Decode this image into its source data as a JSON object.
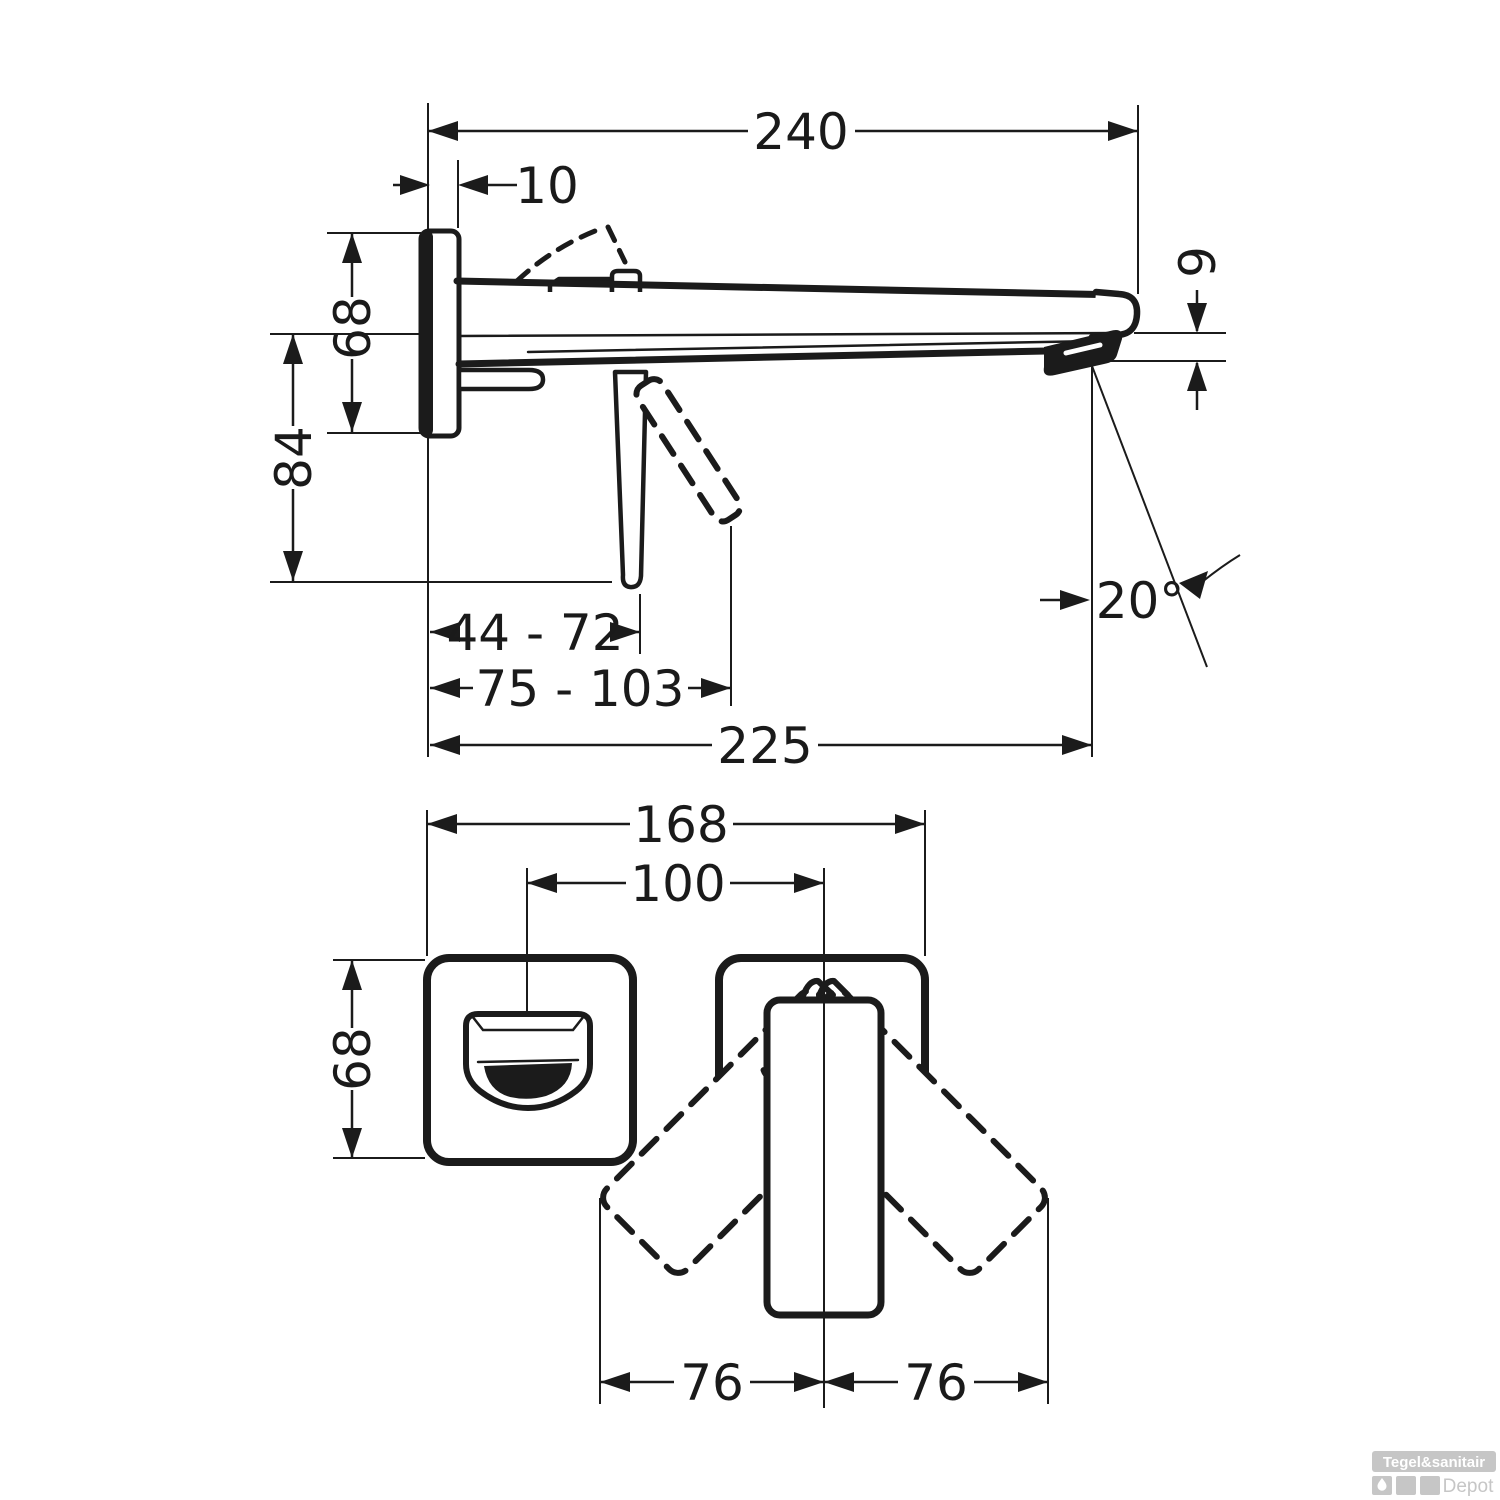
{
  "side_view": {
    "overall_depth": "240",
    "plate_offset": "10",
    "escutcheon_height": "68",
    "spout_underside_drop": "84",
    "spout_tip_height": "9",
    "handle_projection_closed": "44 - 72",
    "handle_projection_open": "75 - 103",
    "spout_reach": "225",
    "handle_opening_angle": "20°"
  },
  "front_view": {
    "overall_width": "168",
    "spout_to_handle_distance": "100",
    "escutcheon_height": "68",
    "handle_swing_left": "76",
    "handle_swing_right": "76"
  },
  "watermark": {
    "line1": "Tegel&sanitair",
    "line2": "Depot"
  },
  "colors": {
    "line": "#1b1b1b",
    "watermark_gray": "#c6c6c6"
  }
}
